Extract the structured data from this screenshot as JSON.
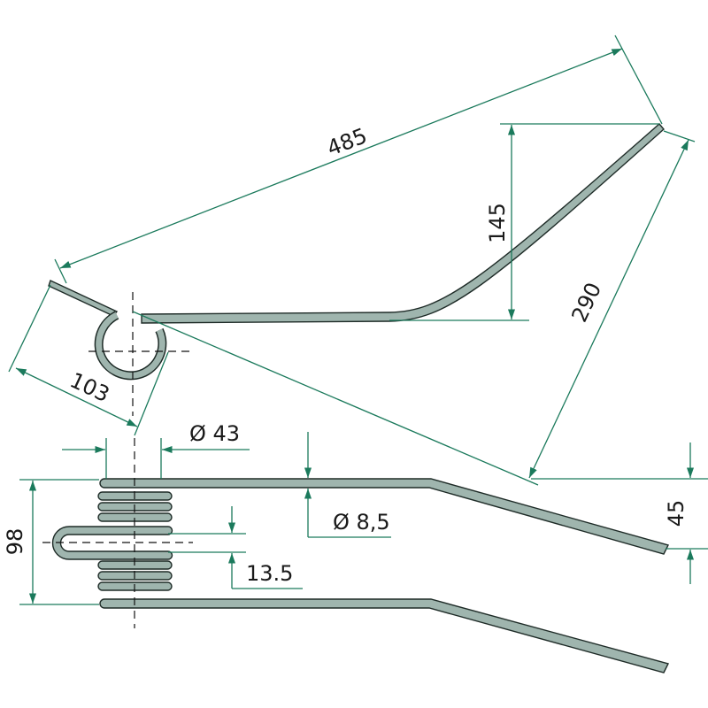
{
  "drawing": {
    "title": "Spring tine technical drawing",
    "colors": {
      "dimension": "#1b7a5c",
      "part_fill": "#9fb5ae",
      "outline": "#1e2b27"
    },
    "dimensions": {
      "overall_length": "485",
      "tip_offset": "103",
      "rise": "145",
      "angled_length": "290",
      "coil_diameter": "Ø 43",
      "wire_diameter": "Ø 8,5",
      "loop_gap": "13.5",
      "overall_width": "98",
      "tip_drop": "45"
    }
  }
}
